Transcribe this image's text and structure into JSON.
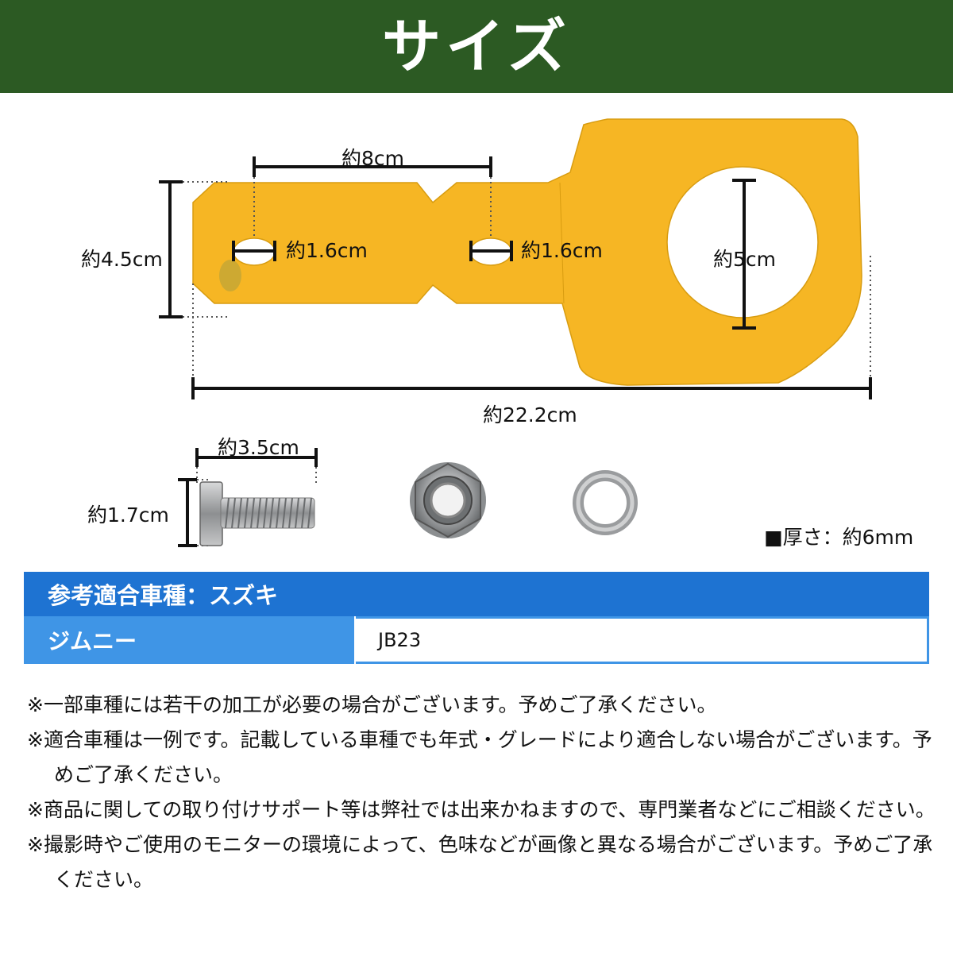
{
  "header": {
    "title": "サイズ",
    "bg": "#2c5a23"
  },
  "colors": {
    "plate": "#f6b624",
    "accent_blue": "#1e73d2",
    "row_blue": "#3f95e6"
  },
  "dimensions": {
    "hole_spacing": "約8cm",
    "plate_height": "約4.5cm",
    "hole1": "約1.6cm",
    "hole2": "約1.6cm",
    "ring": "約5cm",
    "length": "約22.2cm",
    "bolt_length": "約3.5cm",
    "bolt_head": "約1.7cm",
    "thickness": "■厚さ：約6mm"
  },
  "table": {
    "header": "参考適合車種：スズキ",
    "rows": [
      {
        "model": "ジムニー",
        "code": "JB23"
      }
    ]
  },
  "notes": [
    "※一部車種には若干の加工が必要の場合がございます。予めご了承ください。",
    "※適合車種は一例です。記載している車種でも年式・グレードにより適合しない場合がございます。予めご了承ください。",
    "※商品に関しての取り付けサポート等は弊社では出来かねますので、専門業者などにご相談ください。",
    "※撮影時やご使用のモニターの環境によって、色味などが画像と異なる場合がございます。予めご了承ください。"
  ]
}
